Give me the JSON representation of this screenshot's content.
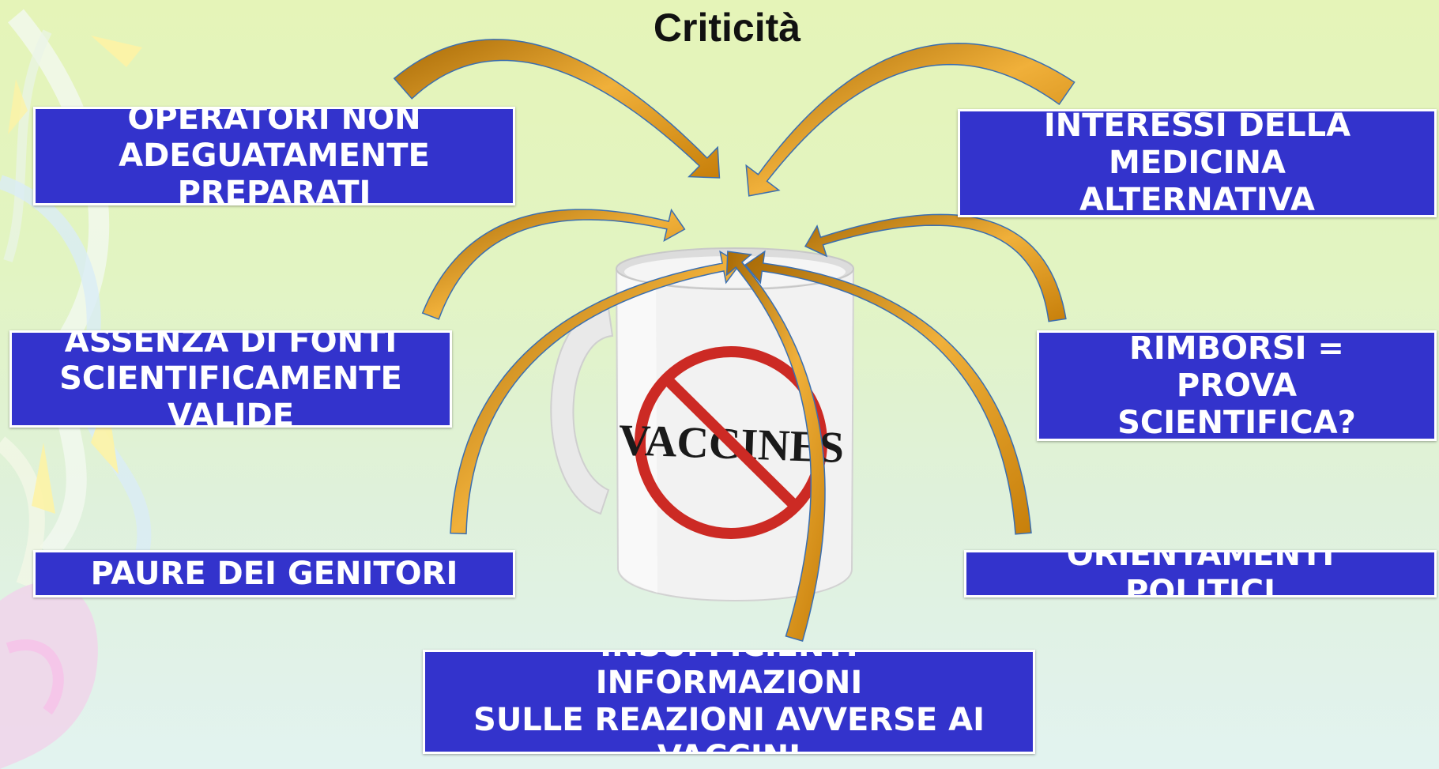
{
  "title": "Criticità",
  "mug": {
    "label": "VACCINES",
    "colors": {
      "mug_body": "#f2f2f2",
      "prohibition_sign": "#cc2a24"
    }
  },
  "boxes": {
    "operatori": {
      "lines": [
        "OPERATORI NON",
        "ADEGUATAMENTE",
        "PREPARATI"
      ]
    },
    "assenza": {
      "lines": [
        "ASSENZA DI FONTI",
        "SCIENTIFICAMENTE",
        "VALIDE"
      ]
    },
    "paure": {
      "lines": [
        "PAURE DEI GENITORI"
      ]
    },
    "insufficienti": {
      "lines": [
        "INSUFFICIENTI",
        "INFORMAZIONI",
        "SULLE REAZIONI AVVERSE AI",
        "VACCINI"
      ]
    },
    "interessi": {
      "lines": [
        "INTERESSI DELLA",
        "MEDICINA",
        "ALTERNATIVA"
      ]
    },
    "rimborsi": {
      "lines": [
        "RIMBORSI =",
        "PROVA",
        "SCIENTIFICA?"
      ]
    },
    "orientamenti": {
      "lines": [
        "ORIENTAMENTI",
        "POLITICI"
      ]
    }
  },
  "colors": {
    "box_fill": "#3333cc",
    "box_border": "#ffffff",
    "box_text": "#ffffff",
    "arrow_fill": "#d9960f",
    "arrow_outline": "#3b6fb0",
    "background": "#e4f4c4"
  }
}
